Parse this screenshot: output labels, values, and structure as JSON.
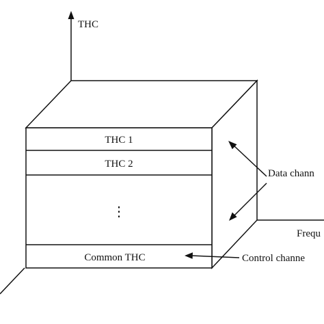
{
  "axes": {
    "vertical_label": "THC",
    "horizontal_label": "Frequ"
  },
  "bands": {
    "top_1": "THC 1",
    "top_2": "THC 2",
    "ellipsis": "⋮",
    "bottom": "Common THC"
  },
  "callouts": {
    "data_label": "Data chann",
    "control_label": "Control channe"
  }
}
